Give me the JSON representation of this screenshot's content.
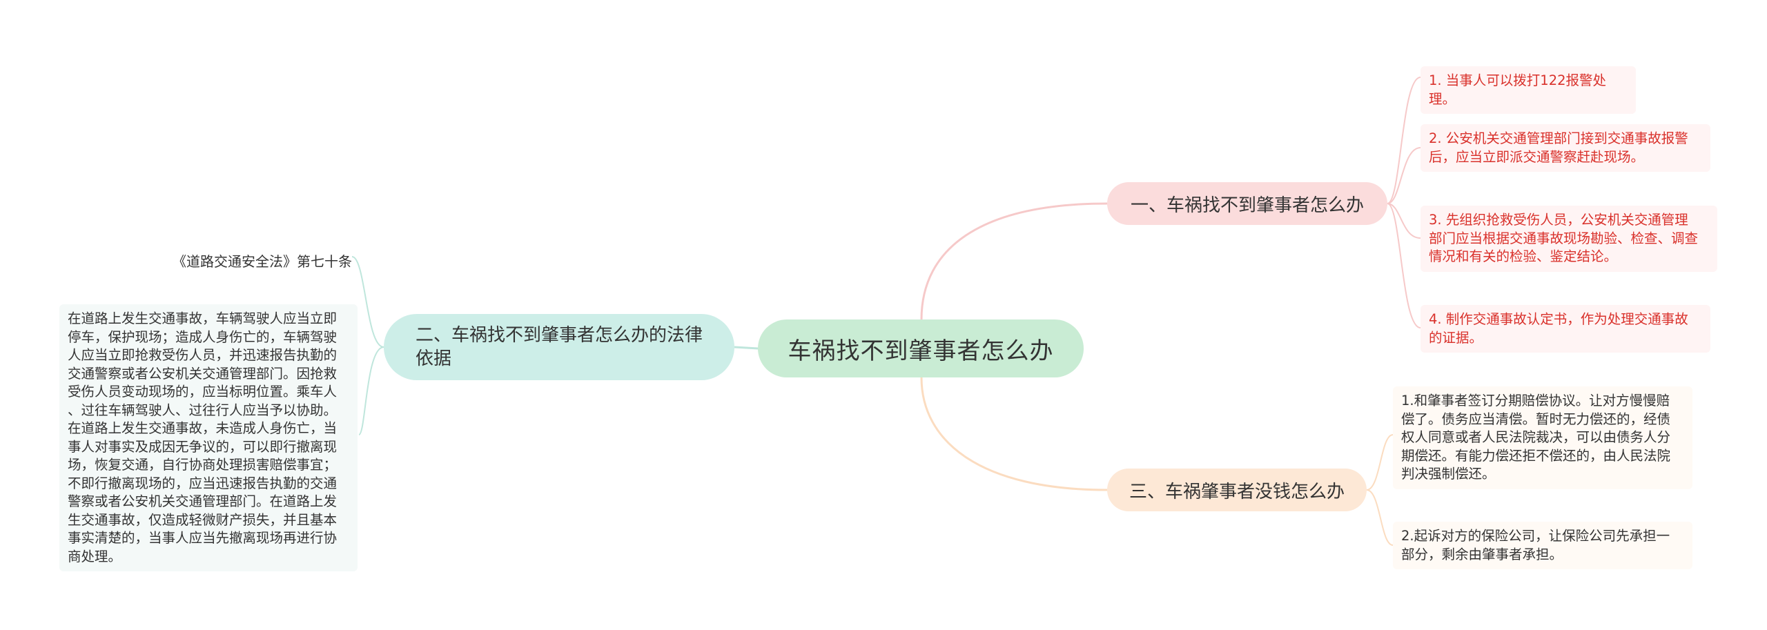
{
  "root": {
    "label": "车祸找不到肇事者怎么办"
  },
  "branch1": {
    "label": "一、车祸找不到肇事者怎么办",
    "leaves": [
      "1. 当事人可以拨打122报警处理。",
      "2. 公安机关交通管理部门接到交通事故报警\n后，应当立即派交通警察赶赴现场。",
      "3. 先组织抢救受伤人员，公安机关交通管理\n部门应当根据交通事故现场勘验、检查、调查\n情况和有关的检验、鉴定结论。",
      "4. 制作交通事故认定书，作为处理交通事故\n的证据。"
    ]
  },
  "branch2": {
    "label": "二、车祸找不到肇事者怎么办的法律依据",
    "leaves": [
      "《道路交通安全法》第七十条",
      "在道路上发生交通事故，车辆驾驶人应当立即\n停车，保护现场；造成人身伤亡的，车辆驾驶\n人应当立即抢救受伤人员，并迅速报告执勤的\n交通警察或者公安机关交通管理部门。因抢救\n受伤人员变动现场的，应当标明位置。乘车人\n、过往车辆驾驶人、过往行人应当予以协助。\n在道路上发生交通事故，未造成人身伤亡，当\n事人对事实及成因无争议的，可以即行撤离现\n场，恢复交通，自行协商处理损害赔偿事宜；\n不即行撤离现场的，应当迅速报告执勤的交通\n警察或者公安机关交通管理部门。在道路上发\n生交通事故，仅造成轻微财产损失，并且基本\n事实清楚的，当事人应当先撤离现场再进行协\n商处理。"
    ]
  },
  "branch3": {
    "label": "三、车祸肇事者没钱怎么办",
    "leaves": [
      "1.和肇事者签订分期赔偿协议。让对方慢慢赔\n偿了。债务应当清偿。暂时无力偿还的，经债\n权人同意或者人民法院裁决，可以由债务人分\n期偿还。有能力偿还拒不偿还的，由人民法院\n判决强制偿还。",
      "2.起诉对方的保险公司，让保险公司先承担一\n部分，剩余由肇事者承担。"
    ]
  },
  "colors": {
    "branch1_link": "#f6c9c9",
    "branch2_link": "#bfe6dc",
    "branch3_link": "#fbdcc0",
    "leaf_red_text": "#d9312b"
  }
}
